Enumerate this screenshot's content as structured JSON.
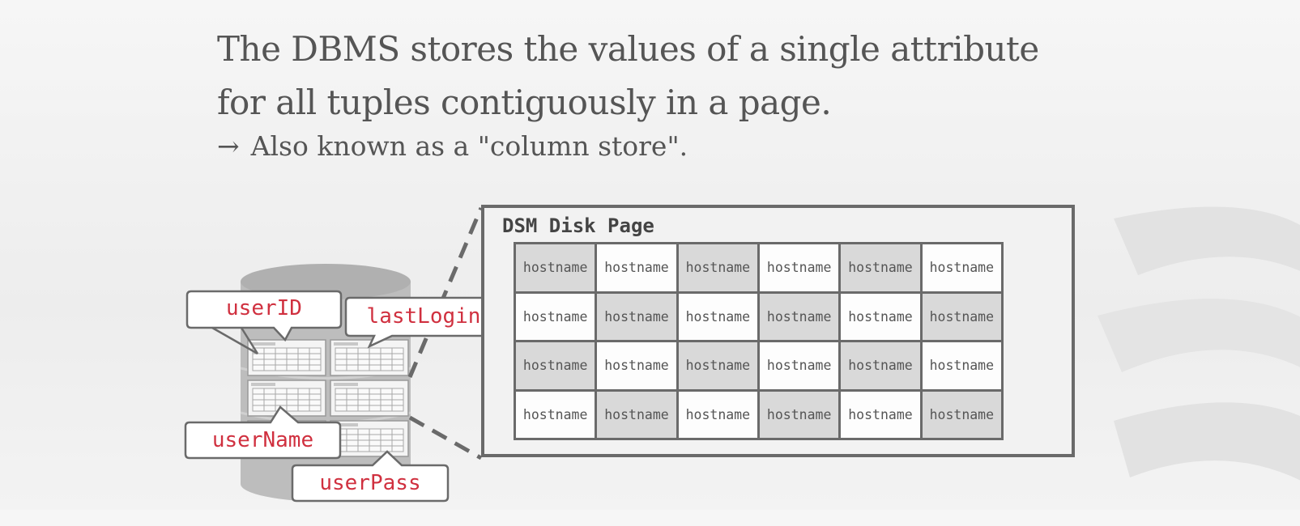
{
  "slide": {
    "title_line1": "The DBMS stores the values of a single attribute",
    "title_line2": "for all tuples contiguously in a page.",
    "bullet_arrow": "→",
    "bullet_text": "Also known as a \"column store\"."
  },
  "disk_page": {
    "title": "DSM Disk Page",
    "cells": [
      [
        "hostname",
        "hostname",
        "hostname",
        "hostname",
        "hostname",
        "hostname"
      ],
      [
        "hostname",
        "hostname",
        "hostname",
        "hostname",
        "hostname",
        "hostname"
      ],
      [
        "hostname",
        "hostname",
        "hostname",
        "hostname",
        "hostname",
        "hostname"
      ],
      [
        "hostname",
        "hostname",
        "hostname",
        "hostname",
        "hostname",
        "hostname"
      ]
    ]
  },
  "callouts": {
    "userID": "userID",
    "lastLogin": "lastLogin",
    "userName": "userName",
    "userPass": "userPass"
  },
  "colors": {
    "accent_red": "#d0303f",
    "border_gray": "#6a6a6a",
    "text_gray": "#555555"
  }
}
